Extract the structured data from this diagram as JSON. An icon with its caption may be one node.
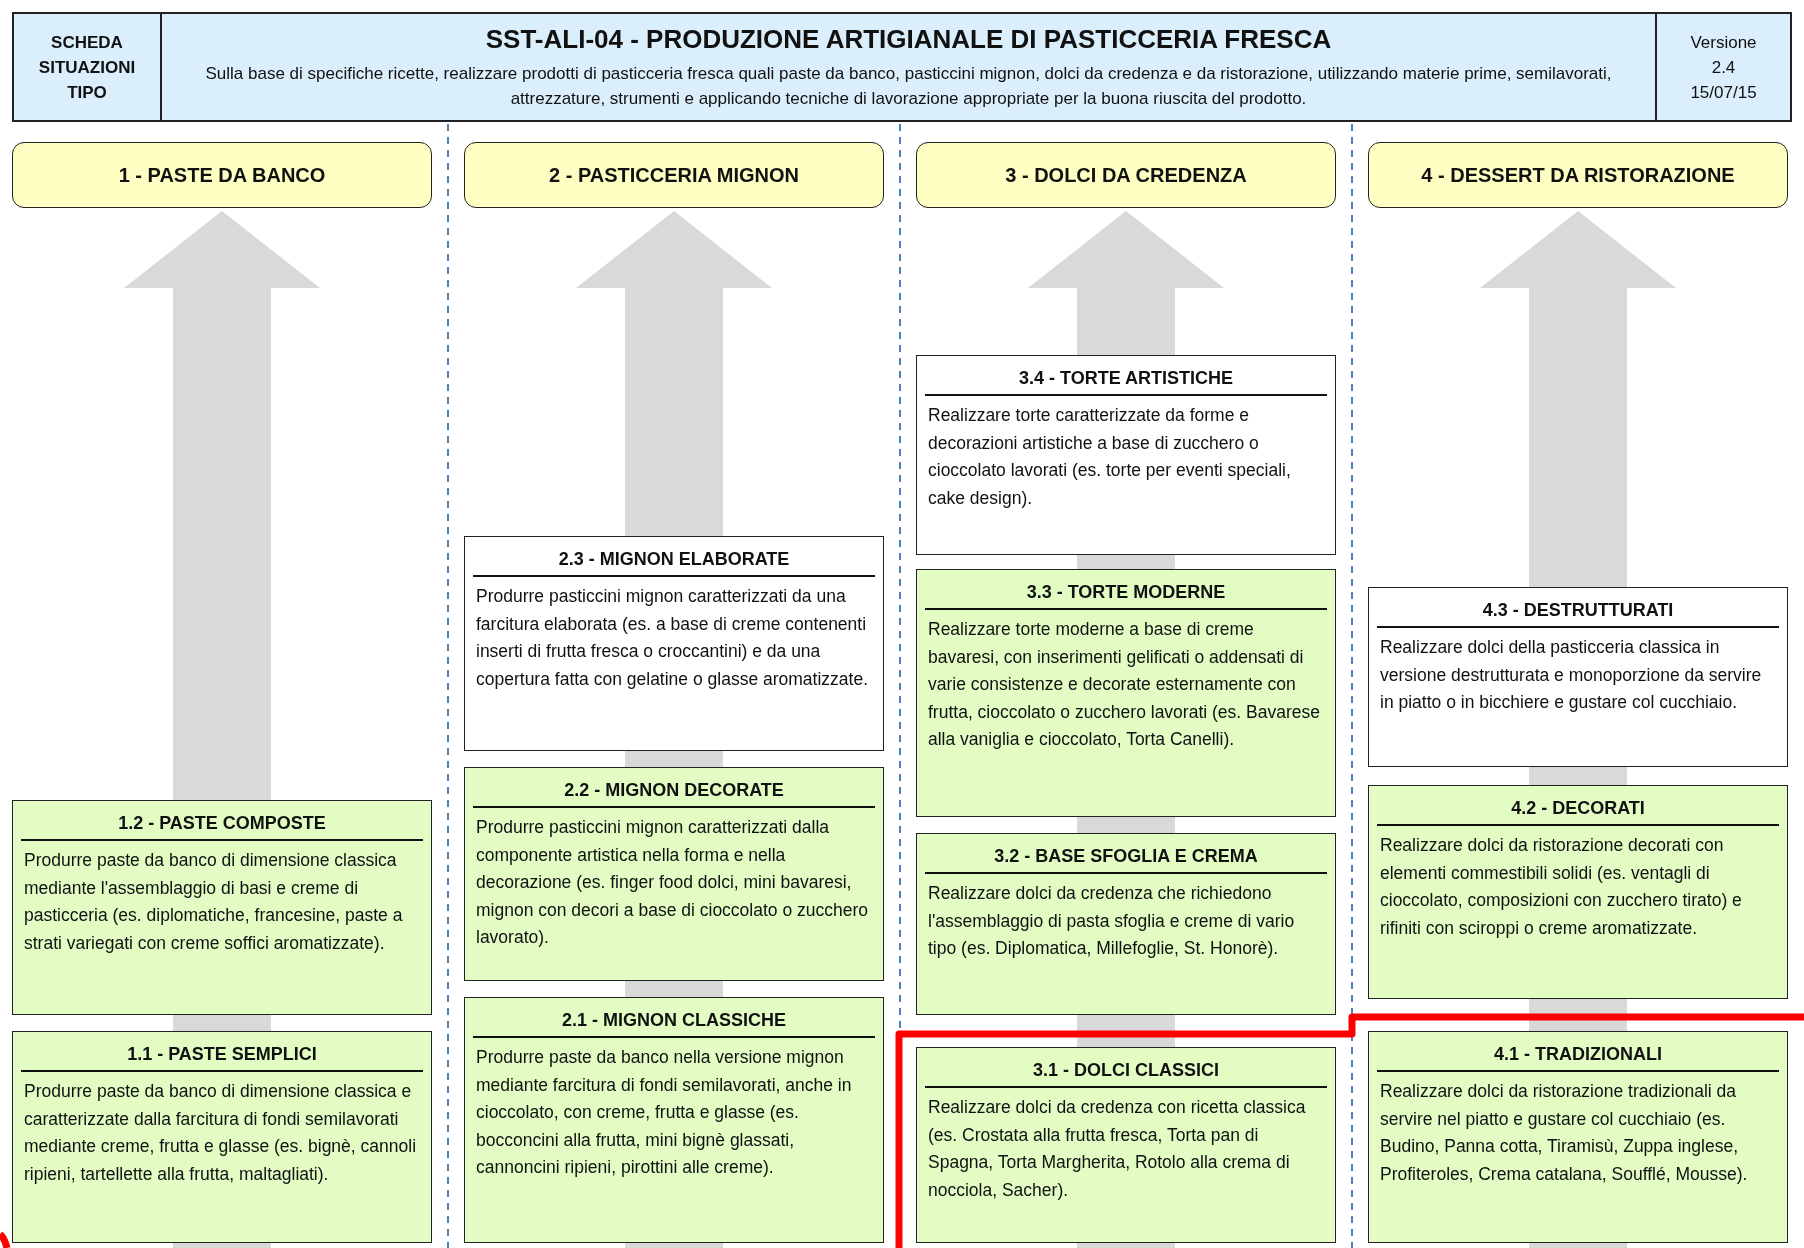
{
  "diagram": {
    "nodes": [
      {
        "text": [
          "SCHEDA SITUAZIONI TIPO"
        ]
      },
      {
        "text": [
          "SST-ALI-04 - PRODUZIONE ARTIGIANALE DI PASTICCERIA FRESCA",
          "Sulla base di specifiche ricette, realizzare prodotti di pasticceria fresca quali paste da banco, pasticcini mignon, dolci da credenza e da ristorazione, utilizzando materie prime, semilavorati, attrezzature, strumenti e applicando tecniche di lavorazione appropriate per la buona riuscita del prodotto."
        ]
      },
      {
        "text": [
          "Versione",
          "2.4",
          "15/07/15"
        ]
      },
      {
        "text": [
          "1 - PASTE DA BANCO"
        ]
      },
      {
        "text": [
          "2 - PASTICCERIA MIGNON"
        ]
      },
      {
        "text": [
          "3 - DOLCI DA CREDENZA"
        ]
      },
      {
        "text": [
          "4 - DESSERT DA RISTORAZIONE"
        ]
      },
      {
        "text": [
          "1.2 - PASTE COMPOSTE",
          "Produrre paste da banco di dimensione classica mediante l'assemblaggio di basi e creme di pasticceria (es. diplomatiche, francesine, paste a strati variegati con creme soffici aromatizzate)."
        ]
      },
      {
        "text": [
          "1.1 - PASTE SEMPLICI",
          "Produrre paste da banco di dimensione classica e caratterizzate dalla farcitura di fondi semilavorati mediante creme, frutta e glasse (es. bignè, cannoli ripieni, tartellette alla frutta, maltagliati)."
        ]
      },
      {
        "text": [
          "2.3 - MIGNON ELABORATE",
          "Produrre pasticcini mignon caratterizzati da una farcitura elaborata (es. a base di creme contenenti inserti di frutta fresca o croccantini) e da una copertura fatta con gelatine o glasse aromatizzate."
        ]
      },
      {
        "text": [
          "2.2 - MIGNON DECORATE",
          "Produrre pasticcini mignon caratterizzati dalla componente artistica nella forma e nella decorazione (es. finger food dolci, mini bavaresi, mignon con decori a base di cioccolato o zucchero lavorato)."
        ]
      },
      {
        "text": [
          "2.1 - MIGNON CLASSICHE",
          "Produrre paste da banco nella versione mignon mediante farcitura di fondi semilavorati, anche in cioccolato, con creme, frutta e glasse (es. bocconcini alla frutta, mini bignè glassati, cannoncini ripieni, pirottini alle creme)."
        ]
      },
      {
        "text": [
          "3.4 - TORTE ARTISTICHE",
          "Realizzare torte caratterizzate da forme e decorazioni artistiche a base di zucchero o cioccolato lavorati (es. torte per eventi speciali, cake design)."
        ]
      },
      {
        "text": [
          "3.3 - TORTE MODERNE",
          "Realizzare torte moderne a base di creme bavaresi, con inserimenti gelificati o addensati di varie consistenze e decorate esternamente con frutta, cioccolato o zucchero lavorati (es. Bavarese alla vaniglia e cioccolato, Torta Canelli)."
        ]
      },
      {
        "text": [
          "3.2 - BASE SFOGLIA E CREMA",
          "Realizzare dolci da credenza che richiedono l'assemblaggio di pasta sfoglia e creme di vario tipo (es. Diplomatica, Millefoglie, St. Honorè)."
        ]
      },
      {
        "text": [
          "3.1 - DOLCI CLASSICI",
          "Realizzare dolci da credenza con ricetta classica (es. Crostata alla frutta fresca, Torta pan di Spagna, Torta Margherita, Rotolo alla crema di nocciola, Sacher)."
        ]
      },
      {
        "text": [
          "4.3 - DESTRUTTURATI",
          "Realizzare dolci della pasticceria classica in versione destrutturata e monoporzione da servire in piatto o in bicchiere e gustare col cucchiaio."
        ]
      },
      {
        "text": [
          "4.2 - DECORATI",
          "Realizzare dolci da ristorazione decorati con elementi commestibili solidi (es. ventagli di cioccolato, composizioni con zucchero tirato) e rifiniti con sciroppi o creme aromatizzate."
        ]
      },
      {
        "text": [
          "4.1 - TRADIZIONALI",
          "Realizzare dolci da ristorazione tradizionali da servire nel piatto e gustare col cucchiaio (es. Budino, Panna cotta, Tiramisù, Zuppa inglese, Profiteroles, Crema catalana, Soufflé, Mousse)."
        ]
      }
    ]
  }
}
